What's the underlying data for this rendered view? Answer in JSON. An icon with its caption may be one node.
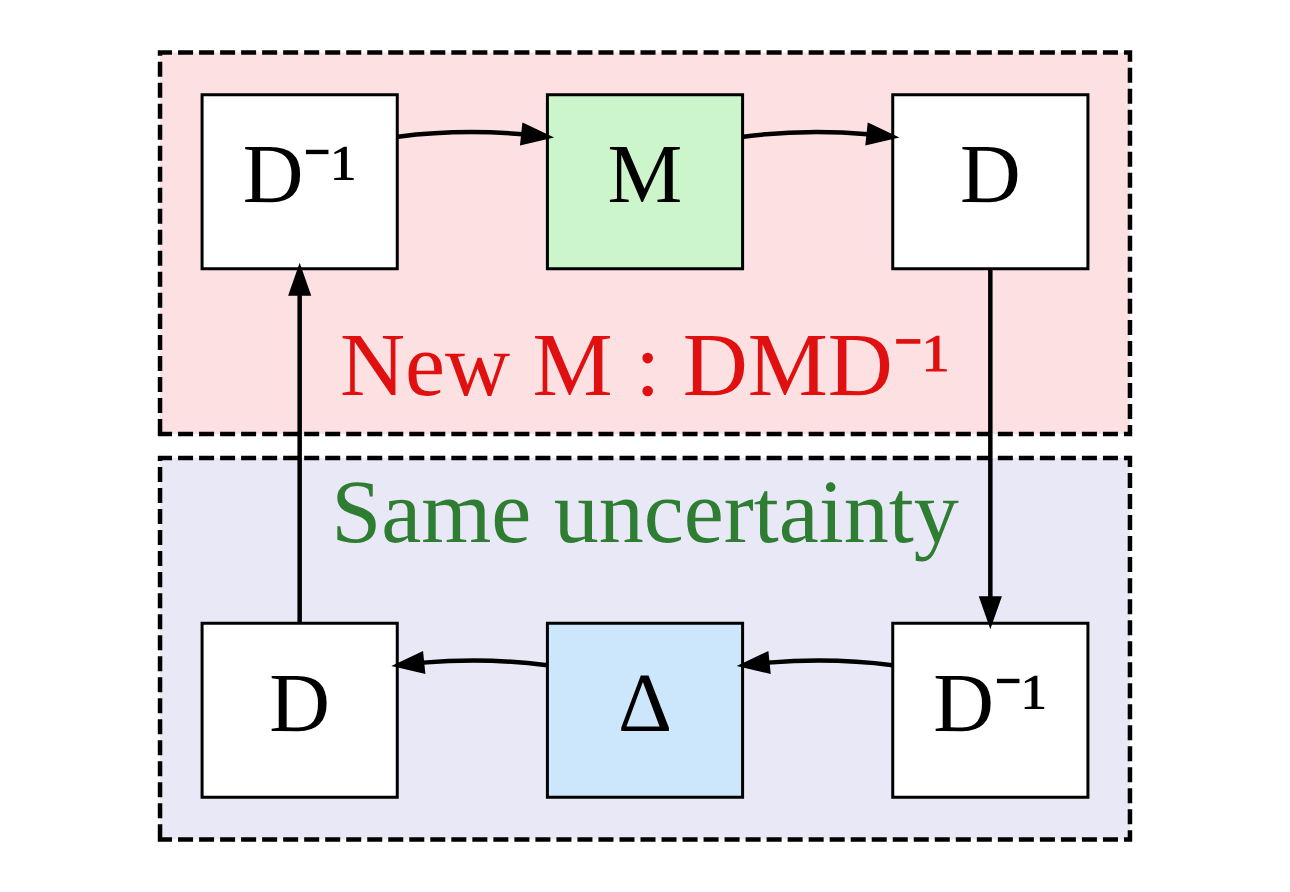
{
  "diagram": {
    "nodes": [
      {
        "text": [
          "Same uncertainty"
        ]
      },
      {
        "text": [
          "D"
        ],
        "in": 0
      },
      {
        "text": [
          "Δ"
        ],
        "in": 0
      },
      {
        "text": [
          "D⁻¹"
        ],
        "in": 0
      },
      {
        "text": [
          "New M : DMD⁻¹"
        ]
      },
      {
        "text": [
          "D⁻¹"
        ],
        "in": 4
      },
      {
        "text": [
          "M"
        ],
        "in": 4
      },
      {
        "text": [
          "D"
        ],
        "in": 4
      }
    ],
    "edges": [
      {
        "from": 3,
        "to": 2,
        "arrow": "to"
      },
      {
        "from": 2,
        "to": 1,
        "arrow": "to"
      },
      {
        "from": 1,
        "to": 5,
        "arrow": "to"
      },
      {
        "from": 5,
        "to": 6,
        "arrow": "to"
      },
      {
        "from": 6,
        "to": 7,
        "arrow": "to"
      },
      {
        "from": 7,
        "to": 3,
        "arrow": "to"
      }
    ]
  }
}
